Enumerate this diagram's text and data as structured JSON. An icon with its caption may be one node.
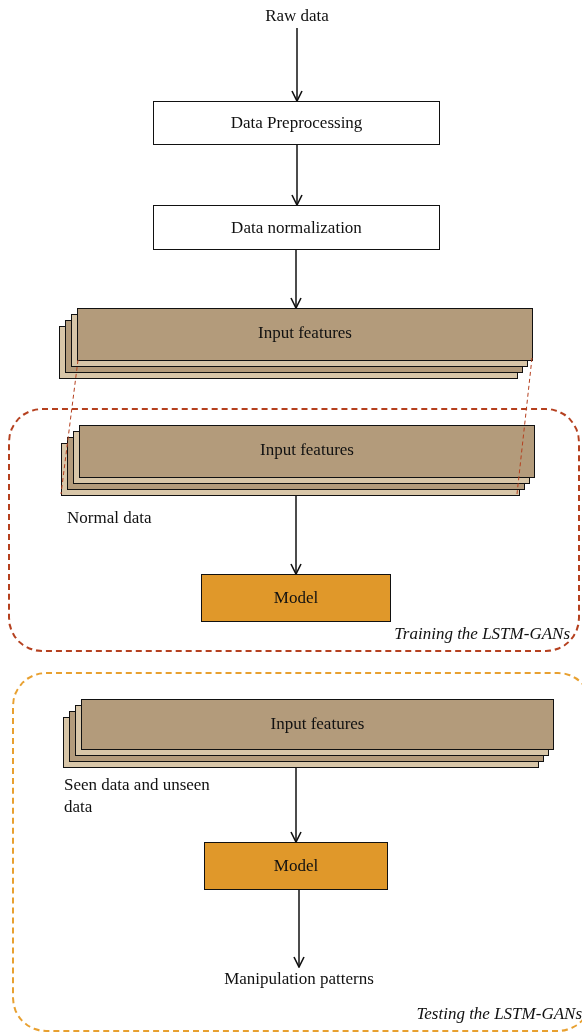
{
  "diagram": {
    "nodes": [
      {
        "text": [
          "Raw data"
        ]
      },
      {
        "text": [
          "Data Preprocessing"
        ]
      },
      {
        "text": [
          "Data normalization"
        ]
      },
      {
        "text": [
          "Input features"
        ]
      },
      {
        "text": [
          "Training the LSTM-GANs"
        ]
      },
      {
        "text": [
          "Input features"
        ],
        "in": 4,
        "beside": [
          "Normal data"
        ]
      },
      {
        "text": [
          "Model"
        ],
        "in": 4
      },
      {
        "text": [
          "Testing the LSTM-GANs"
        ]
      },
      {
        "text": [
          "Input features"
        ],
        "in": 7,
        "beside": [
          "Seen data and unseen data"
        ]
      },
      {
        "text": [
          "Model"
        ],
        "in": 7
      },
      {
        "text": [
          "Manipulation patterns"
        ],
        "in": 7
      }
    ],
    "edges": [
      {
        "from": 0,
        "to": 1,
        "arrow": "to"
      },
      {
        "from": 1,
        "to": 2,
        "arrow": "to"
      },
      {
        "from": 2,
        "to": 3,
        "arrow": "to"
      },
      {
        "from": 3,
        "to": 5,
        "arrow": "none",
        "style": "dashed",
        "color": "#b5401f"
      },
      {
        "from": 3,
        "to": 5,
        "arrow": "none",
        "style": "dashed",
        "color": "#b5401f"
      },
      {
        "from": 5,
        "to": 6,
        "arrow": "to"
      },
      {
        "from": 8,
        "to": 9,
        "arrow": "to"
      },
      {
        "from": 9,
        "to": 10,
        "arrow": "to"
      }
    ]
  }
}
